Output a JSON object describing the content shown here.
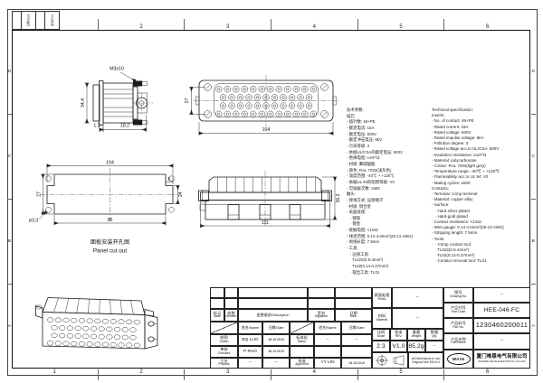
{
  "sheet": {
    "ink": "#1b1b1b",
    "zones_top": [
      "1",
      "2",
      "3",
      "4",
      "5",
      "6"
    ],
    "zones_bottom": [
      "1",
      "2",
      "3",
      "4",
      "5",
      "6"
    ],
    "zones_left": [
      "D",
      "C",
      "B",
      "A"
    ],
    "zones_right": [
      "D",
      "C",
      "B",
      "A"
    ],
    "corner_box": {
      "col_a": "日期/Date",
      "col_b": "更改/Rev"
    }
  },
  "views": {
    "side_view": {
      "dim_screw": "M3x10",
      "dim_height": "34.4",
      "dim_lip": "1.2",
      "dim_depth": "18.2"
    },
    "face_view": {
      "dim_height": "27",
      "dim_width": "104",
      "contact_rows": [
        12,
        11,
        11,
        12
      ]
    },
    "panel_cutout": {
      "dim_width": "104",
      "dim_height": "27",
      "dim_span": "95",
      "dim_hole": "ø3.3",
      "dim_notch_depth": "5",
      "dim_notch_height": "14",
      "caption_zh": "面板安装开孔图",
      "caption_en": "Panel cut out"
    },
    "profile_view": {
      "dim_width": "111",
      "dim_height": "36.2"
    }
  },
  "specs": {
    "zh_lines": [
      "技术参数:",
      "插芯:",
      "- 插针数: 46+PE",
      "- 额定电流: 16A",
      "- 额定电压: 500V",
      "- 额定冲击电压: 6kV",
      "- 污染等级: 3",
      "- 依据UL/CSA的额定电压: 600V",
      "- 绝缘电阻: ≥10¹⁰Ω",
      "- 材质: 聚碳酸酯",
      "- 颜色: RAL 7032(浅灰色)",
      "- 温度范围: -40℃ ~ +125℃",
      "- 依据UL 94的阻燃等级: V0",
      "- 可插拔次数: ≥500",
      "触头:",
      "- 接线方式: 压接端子",
      "- 材质: 铜合金",
      "- 表面处理:",
      "   · 镀银",
      "   · 镀金",
      "- 接触电阻: <1mΩ",
      "- 线径范围: 0.14-4.0mm²(26-12 AWG)",
      "- 剥线长度: 7.5mm",
      "- 工具:",
      "   · 压接工具:",
      "     TL022(0.5-4mm²)",
      "     TL02(0.14-0.37mm²)",
      "   · 取出工具: TL01"
    ],
    "en_lines": [
      "Technical specification:",
      "Inserts:",
      "- No. of contact: 46+PE",
      "- Rated current: 16A",
      "- Rated voltage: 500V",
      "- Rated impulse voltage: 6kV",
      "- Pollution degree: 3",
      "- Rated voltage acc.to UL/CSA: 600V",
      "- Insulation resistance: ≥10¹⁰Ω",
      "- Material: polycarbonate",
      "- Colour: RAL 7032(light grey)",
      "- Temperature range: -40℃ ~ +125℃",
      "- Flammability acc.to UL 94: V0",
      "- Mating cycles: ≥500",
      "Contacts:",
      "- Terminal: crimp terminal",
      "- Material: copper alloy",
      "- Surface:",
      "   · Hard-silver plated",
      "   · Hard-gold plated",
      "- Contact resistance: <1mΩ",
      "- Wire gauge: 0.14-4.0mm²(26-12 AWG)",
      "- Stripping length: 7.5mm",
      "- Tools:",
      "   · Crimp contact tool:",
      "     TL022(0.5-4mm²)",
      "     TL02(0.14-0.37mm²)",
      "   · Contact removal tool: TL01"
    ]
  },
  "title_block": {
    "rev_table": {
      "mark": {
        "zh": "标记",
        "en": "Mark"
      },
      "number": {
        "zh": "处数",
        "en": "Number"
      },
      "description": "变更描述/Description",
      "signature": {
        "zh": "签名",
        "en": "Signature"
      },
      "date": {
        "zh": "日期",
        "en": "Date"
      },
      "name_header": "姓名/Name",
      "date_header": "日期/Date"
    },
    "approvals": {
      "drawn": {
        "zh": "绘图",
        "en": "Drawn",
        "name": "BQ LUO",
        "date": "18.10.2010"
      },
      "checked": {
        "zh": "审核",
        "en": "Checked",
        "name": "P RAO",
        "date": "18.10.2010"
      },
      "process": {
        "zh": "工艺",
        "en": "Process",
        "name": "–",
        "date": "–"
      },
      "standard": {
        "zh": "标准化",
        "en": "Stand.",
        "name": "–",
        "date": "–"
      },
      "approved": {
        "zh": "批准",
        "en": "Approved",
        "name": "YY LIN",
        "date": "18.10.2010"
      }
    },
    "fields": {
      "finish": {
        "zh": "表面处理",
        "en": "Finish",
        "value": "–"
      },
      "material": {
        "zh": "材料",
        "en": "Material",
        "value": "–"
      },
      "scale": {
        "zh": "比例",
        "en": "Scale",
        "value": "2:3"
      },
      "rev": {
        "zh": "版本",
        "en": "REV.",
        "value": "V1.0"
      },
      "weight": {
        "zh": "重量",
        "en": "Weight",
        "value": "85.2g"
      },
      "qty": {
        "zh": "数量",
        "en": "Qty.",
        "value": "–"
      },
      "drawing_no": {
        "zh": "图号",
        "en": "Drawing No.",
        "value": "–"
      },
      "part_code": {
        "zh": "产品代号",
        "en": "Part Code",
        "value": "HEE-046-FC"
      },
      "part_no": {
        "zh": "产品料号",
        "en": "Part No.",
        "value": "1230460200011"
      },
      "part_name": {
        "zh": "产品名称",
        "en": "Part Name",
        "value": "–"
      }
    },
    "note": {
      "line1": "All Dimensions in mm",
      "line2": "Original Size DIN A 4"
    },
    "logo": "WAIN",
    "company": {
      "zh": "厦门唯恩电气有限公司",
      "en": "XIAMEN WAIN ELECTRICAL CO.LTD"
    }
  }
}
